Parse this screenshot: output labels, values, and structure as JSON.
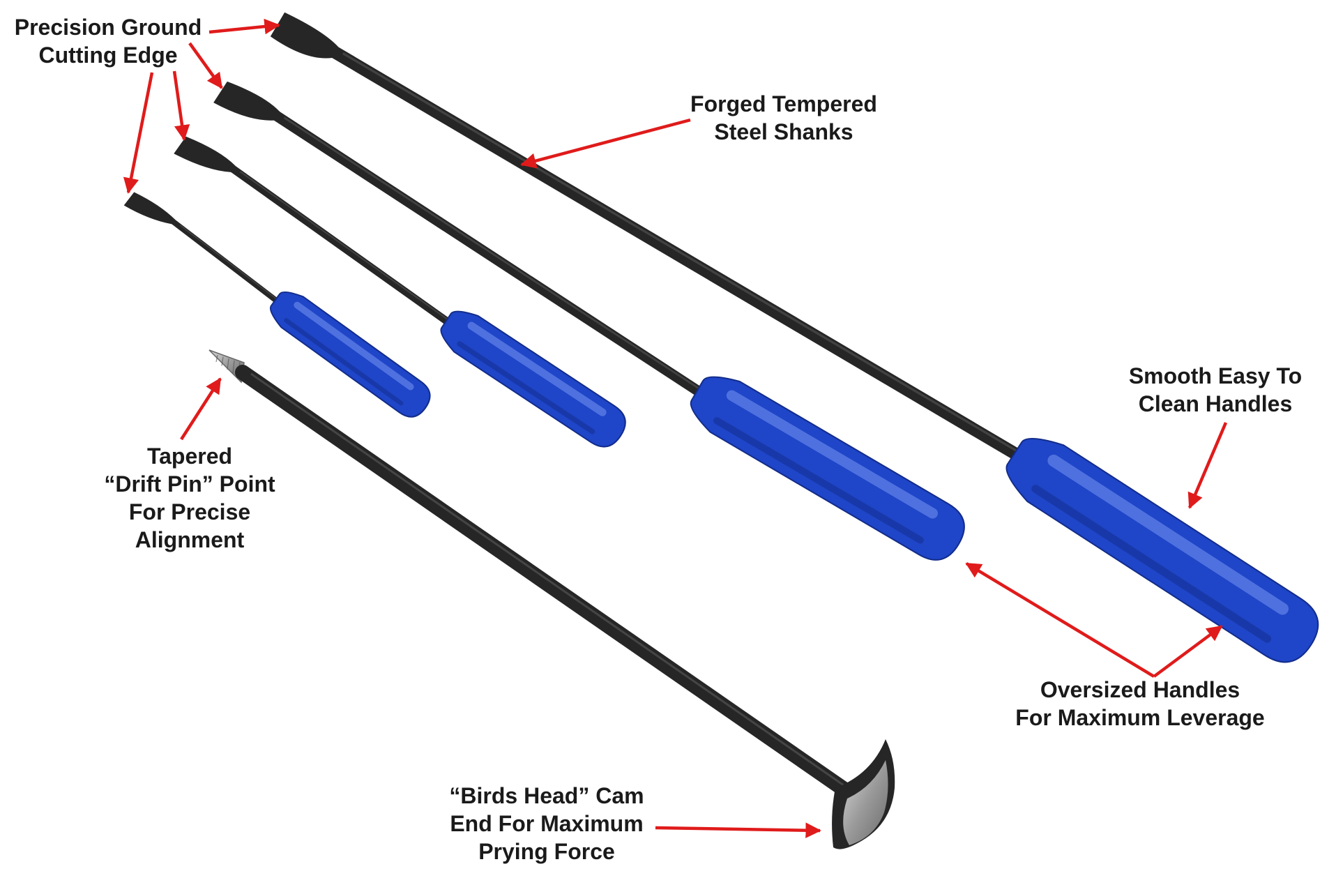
{
  "colors": {
    "handle": "#1f45c8",
    "handle_dark": "#122c8a",
    "handle_highlight": "#6f8ff0",
    "shank": "#262626",
    "shank_highlight": "#5a5a5a",
    "arrow": "#e01b1b",
    "steel_tip": "#9a9a9a",
    "text": "#1a1a1a"
  },
  "callouts": {
    "cutting_edge": [
      "Precision Ground",
      "Cutting Edge"
    ],
    "shanks": [
      "Forged Tempered",
      "Steel Shanks"
    ],
    "smooth_handles": [
      "Smooth Easy To",
      "Clean Handles"
    ],
    "drift_pin": [
      "Tapered",
      "“Drift Pin” Point",
      "For Precise",
      "Alignment"
    ],
    "oversized": [
      "Oversized Handles",
      "For Maximum Leverage"
    ],
    "birds_head": [
      "“Birds Head” Cam",
      "End For Maximum",
      "Prying Force"
    ]
  }
}
